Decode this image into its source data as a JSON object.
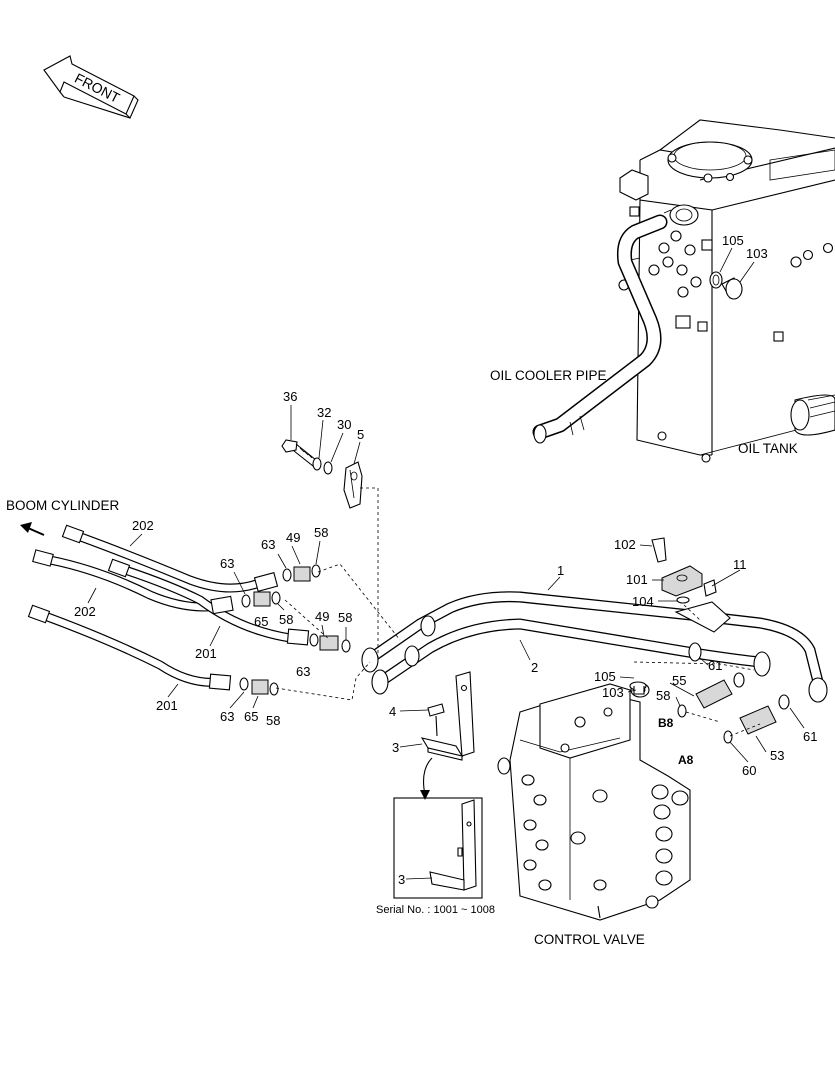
{
  "labels": {
    "front": "FRONT",
    "boom_cylinder": "BOOM CYLINDER",
    "oil_cooler_pipe": "OIL COOLER PIPE",
    "oil_tank": "OIL TANK",
    "control_valve": "CONTROL VALVE",
    "serial_no": "Serial No. : 1001 ~ 1008",
    "port_b8": "B8",
    "port_a8": "A8"
  },
  "callouts": [
    {
      "id": "c105t",
      "text": "105"
    },
    {
      "id": "c103t",
      "text": "103"
    },
    {
      "id": "c36",
      "text": "36"
    },
    {
      "id": "c32",
      "text": "32"
    },
    {
      "id": "c30",
      "text": "30"
    },
    {
      "id": "c5",
      "text": "5"
    },
    {
      "id": "c202a",
      "text": "202"
    },
    {
      "id": "c202b",
      "text": "202"
    },
    {
      "id": "c63a",
      "text": "63"
    },
    {
      "id": "c49a",
      "text": "49"
    },
    {
      "id": "c58a",
      "text": "58"
    },
    {
      "id": "c63b",
      "text": "63"
    },
    {
      "id": "c65a",
      "text": "65"
    },
    {
      "id": "c58b",
      "text": "58"
    },
    {
      "id": "c201a",
      "text": "201"
    },
    {
      "id": "c49b",
      "text": "49"
    },
    {
      "id": "c58c",
      "text": "58"
    },
    {
      "id": "c63c",
      "text": "63"
    },
    {
      "id": "c201b",
      "text": "201"
    },
    {
      "id": "c63d",
      "text": "63"
    },
    {
      "id": "c65b",
      "text": "65"
    },
    {
      "id": "c58d",
      "text": "58"
    },
    {
      "id": "c4",
      "text": "4"
    },
    {
      "id": "c3a",
      "text": "3"
    },
    {
      "id": "c3b",
      "text": "3"
    },
    {
      "id": "c102",
      "text": "102"
    },
    {
      "id": "c101",
      "text": "101"
    },
    {
      "id": "c11",
      "text": "11"
    },
    {
      "id": "c104",
      "text": "104"
    },
    {
      "id": "c1",
      "text": "1"
    },
    {
      "id": "c2",
      "text": "2"
    },
    {
      "id": "c105b",
      "text": "105"
    },
    {
      "id": "c103b",
      "text": "103"
    },
    {
      "id": "c61a",
      "text": "61"
    },
    {
      "id": "c55",
      "text": "55"
    },
    {
      "id": "c58e",
      "text": "58"
    },
    {
      "id": "c53",
      "text": "53"
    },
    {
      "id": "c60",
      "text": "60"
    },
    {
      "id": "c61b",
      "text": "61"
    }
  ]
}
